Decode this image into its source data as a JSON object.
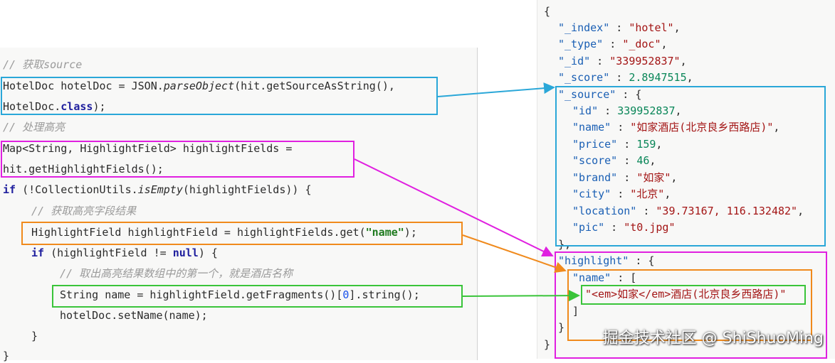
{
  "code": {
    "c1": "// 获取source",
    "l1a": "HotelDoc hotelDoc = JSON.",
    "l1b": "parseObject",
    "l1c": "(hit.getSourceAsString(),",
    "l2a": "HotelDoc.",
    "l2b": "class",
    "l2c": ");",
    "c2": "// 处理高亮",
    "l3": "Map<String, HighlightField> highlightFields =",
    "l4": "hit.getHighlightFields();",
    "l5a": "if",
    "l5b": " (!CollectionUtils.",
    "l5c": "isEmpty",
    "l5d": "(highlightFields)) {",
    "c3": "// 获取高亮字段结果",
    "l6a": "HighlightField highlightField = highlightFields.get(",
    "l6b": "\"name\"",
    "l6c": ");",
    "l7a": "if",
    "l7b": " (highlightField != ",
    "l7c": "null",
    "l7d": ") {",
    "c4": "// 取出高亮结果数组中的第一个，就是酒店名称",
    "l8a": "String name = highlightField.getFragments()[",
    "l8b": "0",
    "l8c": "].string();",
    "l9": "hotelDoc.setName(name);",
    "l10": "}",
    "l11": "}"
  },
  "json": {
    "open": "{",
    "index_key": "\"_index\"",
    "index_val": "\"hotel\"",
    "type_key": "\"_type\"",
    "type_val": "\"_doc\"",
    "id_key": "\"_id\"",
    "id_val": "\"339952837\"",
    "score_key": "\"_score\"",
    "score_val": "2.8947515",
    "source_key": "\"_source\"",
    "s_id_key": "\"id\"",
    "s_id_val": "339952837",
    "s_name_key": "\"name\"",
    "s_name_val": "\"如家酒店(北京良乡西路店)\"",
    "s_price_key": "\"price\"",
    "s_price_val": "159",
    "s_score_key": "\"score\"",
    "s_score_val": "46",
    "s_brand_key": "\"brand\"",
    "s_brand_val": "\"如家\"",
    "s_city_key": "\"city\"",
    "s_city_val": "\"北京\"",
    "s_loc_key": "\"location\"",
    "s_loc_val": "\"39.73167, 116.132482\"",
    "s_pic_key": "\"pic\"",
    "s_pic_val": "\"t0.jpg\"",
    "source_close": "},",
    "hl_key": "\"highlight\"",
    "hl_name_key": "\"name\"",
    "hl_frag": "\"<em>如家</em>酒店(北京良乡西路店)\"",
    "arr_close": "]",
    "hl_close": "}",
    "close": "}"
  },
  "watermark": "掘金技术社区 @ ShiShuoMing",
  "colors": {
    "blue_box": "#2aa7d8",
    "magenta_box": "#e020e0",
    "orange_box": "#f08a1c",
    "green_box": "#3ac43a"
  }
}
